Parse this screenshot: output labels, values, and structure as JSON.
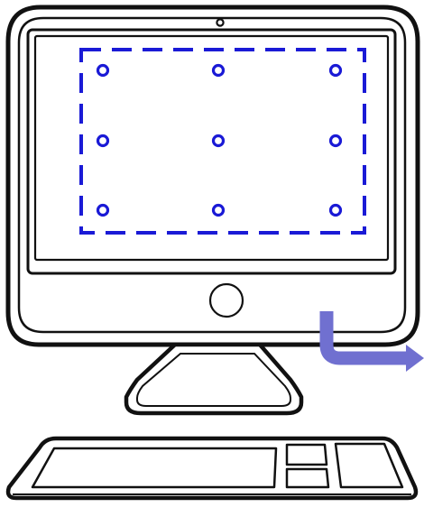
{
  "figure": {
    "computer": {
      "screen": {
        "calibration_grid": {
          "rows": 3,
          "cols": 3,
          "point_style": "hollow-circle",
          "border_style": "dashed"
        }
      }
    },
    "keyboard": {
      "key_groups": [
        "main-keys",
        "arrow-keys-top",
        "arrow-keys-bottom",
        "keypad"
      ]
    },
    "arrow": {
      "direction": "down-then-right"
    }
  },
  "colors": {
    "outline": "#111111",
    "fill": "#ffffff",
    "calibration_blue": "#1a1ad6",
    "arrow_purple": "#7070d0"
  }
}
